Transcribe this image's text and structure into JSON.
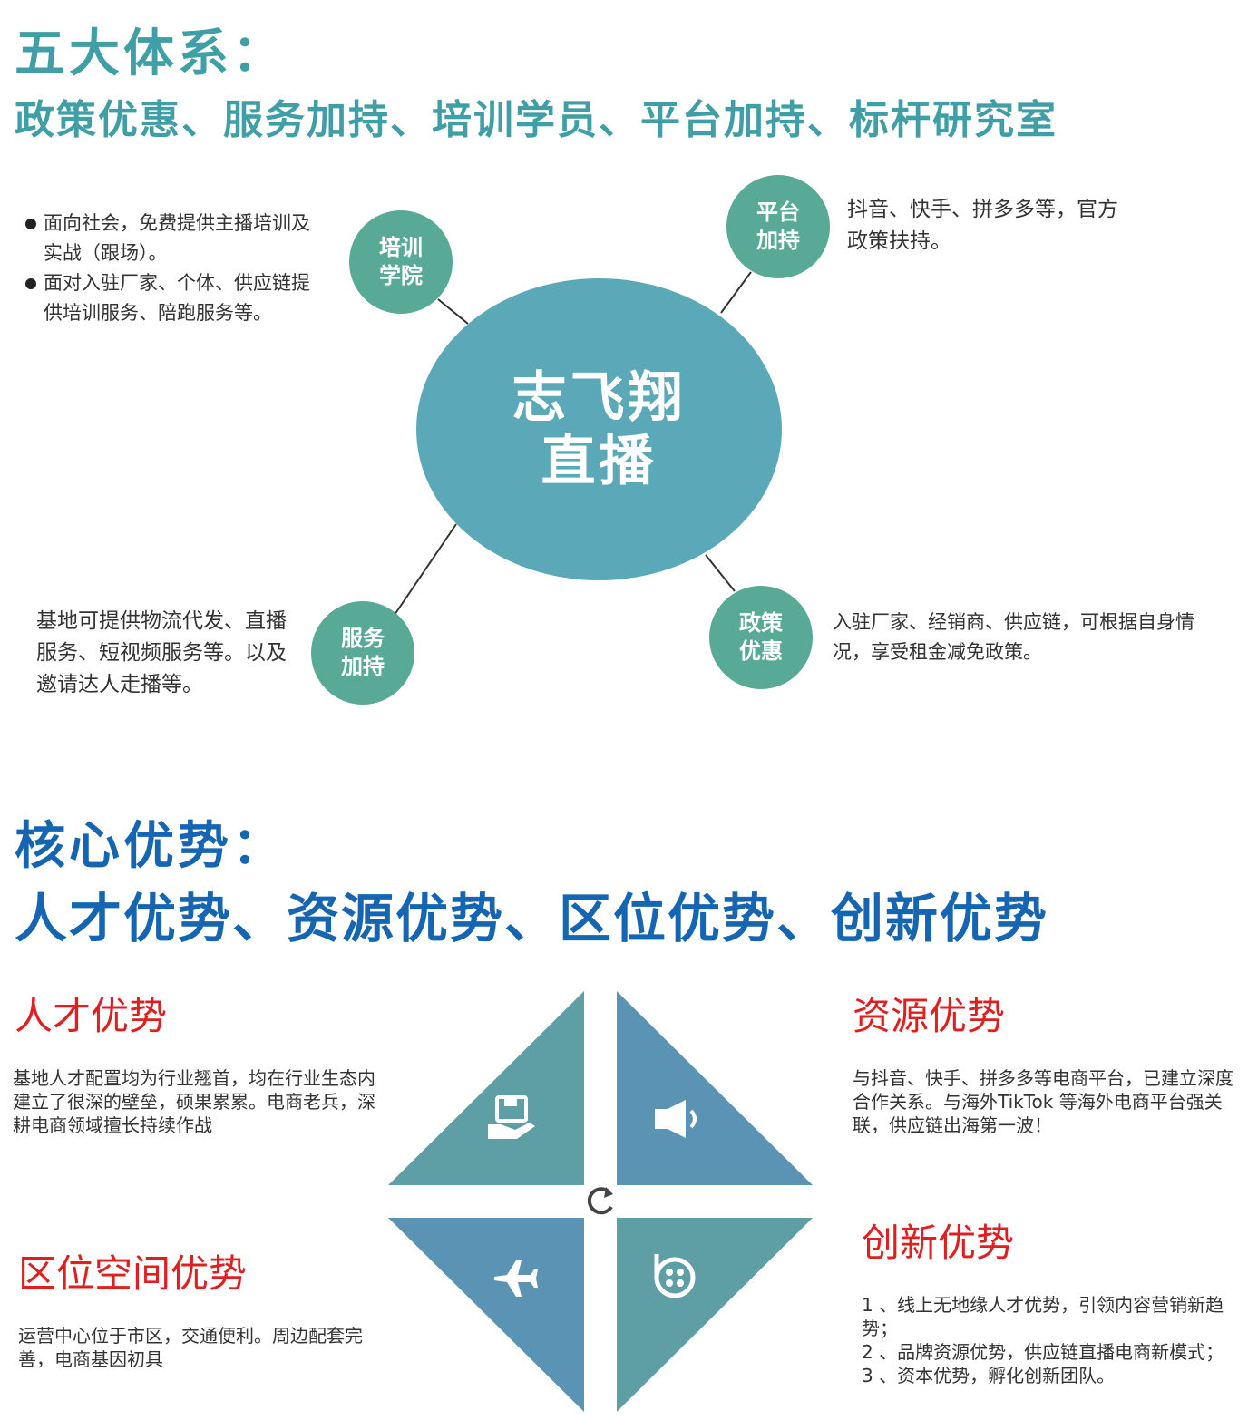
{
  "section1": {
    "title": "五大体系：",
    "subtitle": "政策优惠、服务加持、培训学员、平台加持、标杆研究室",
    "hub_line1": "志飞翔",
    "hub_line2": "直播",
    "nodes": [
      {
        "id": "training",
        "line1": "培训",
        "line2": "学院",
        "bullets": [
          "面向社会，免费提供主播培训及实战（跟场）。",
          "面对入驻厂家、个体、供应链提供培训服务、陪跑服务等。"
        ]
      },
      {
        "id": "platform",
        "line1": "平台",
        "line2": "加持",
        "text": "抖音、快手、拼多多等，官方政策扶持。"
      },
      {
        "id": "service",
        "line1": "服务",
        "line2": "加持",
        "text": "基地可提供物流代发、直播服务、短视频服务等。以及邀请达人走播等。"
      },
      {
        "id": "policy",
        "line1": "政策",
        "line2": "优惠",
        "text": "入驻厂家、经销商、供应链，可根据自身情况，享受租金减免政策。"
      }
    ],
    "colors": {
      "hub": "#5aa8b8",
      "node": "#58a996",
      "title": "#3f9ea6"
    }
  },
  "section2": {
    "title": "核心优势：",
    "subtitle": "人才优势、资源优势、区位优势、创新优势",
    "advantages": [
      {
        "id": "talent",
        "title": "人才优势",
        "text": "基地人才配置均为行业翘首，均在行业生态内建立了很深的壁垒，硕果累累。电商老兵，深耕电商领域擅长持续作战"
      },
      {
        "id": "resource",
        "title": "资源优势",
        "text": "与抖音、快手、拼多多等电商平台，已建立深度合作关系。与海外TikTok 等海外电商平台强关联，供应链出海第一波！"
      },
      {
        "id": "location",
        "title": "区位空间优势",
        "text": "运营中心位于市区，交通便利。周边配套完善，电商基因初具"
      },
      {
        "id": "innovation",
        "title": "创新优势",
        "lines": [
          "1 、线上无地缘人才优势，引领内容营销新趋势；",
          "2 、品牌资源优势，供应链直播电商新模式；",
          "3 、资本优势，孵化创新团队。"
        ]
      }
    ],
    "icons": [
      "hand-save-icon",
      "megaphone-icon",
      "airplane-icon",
      "film-reel-icon",
      "refresh-icon"
    ],
    "colors": {
      "title": "#1565b3",
      "advantage_title": "#e02020",
      "teal_triangle": "#5e9fa6",
      "blue_triangle": "#5a93b4"
    }
  }
}
